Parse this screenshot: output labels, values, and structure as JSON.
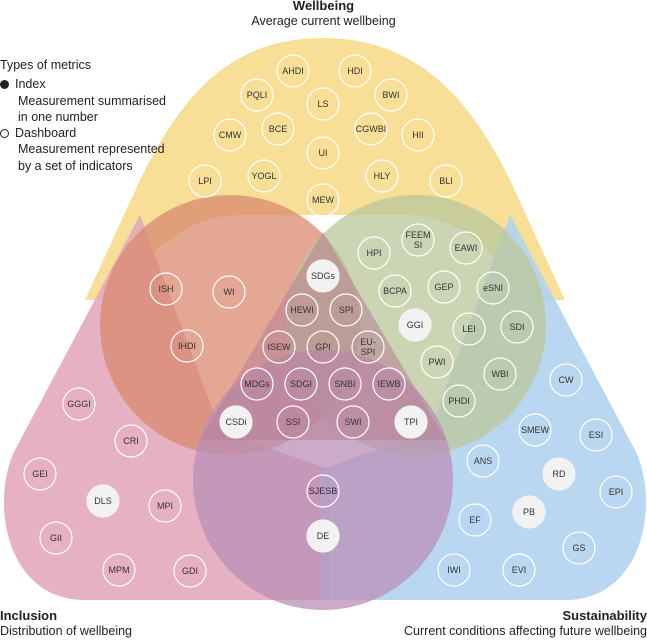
{
  "wellbeing": {
    "title": "Wellbeing",
    "subtitle": "Average current wellbeing"
  },
  "inclusion": {
    "title": "Inclusion",
    "subtitle": "Distribution of wellbeing"
  },
  "sustainability": {
    "title": "Sustainability",
    "subtitle": "Current conditions affecting future wellbeing"
  },
  "legend": {
    "heading": "Types of metrics",
    "index_label": "Index",
    "index_desc_1": "Measurement summarised",
    "index_desc_2": "in one number",
    "dashboard_label": "Dashboard",
    "dashboard_desc_1": "Measurement represented",
    "dashboard_desc_2": "by a set of indicators"
  },
  "colors": {
    "wellbeing": "#f6dc8c",
    "inclusion": "#e3a9bd",
    "sustainability": "#b2d3ef",
    "index_fill": "#f2f2f2",
    "dashboard_stroke": "#ffffff"
  },
  "metrics": [
    {
      "id": "AHDI",
      "label": "AHDI",
      "type": "index"
    },
    {
      "id": "HDI",
      "label": "HDI",
      "type": "index"
    },
    {
      "id": "PQLI",
      "label": "PQLI",
      "type": "index"
    },
    {
      "id": "LS",
      "label": "LS",
      "type": "index"
    },
    {
      "id": "BWI",
      "label": "BWI",
      "type": "index"
    },
    {
      "id": "CMW",
      "label": "CMW",
      "type": "index"
    },
    {
      "id": "BCE",
      "label": "BCE",
      "type": "index"
    },
    {
      "id": "CGWBI",
      "label": "CGWBI",
      "type": "index"
    },
    {
      "id": "HII",
      "label": "HII",
      "type": "index"
    },
    {
      "id": "UI",
      "label": "UI",
      "type": "index"
    },
    {
      "id": "LPI",
      "label": "LPI",
      "type": "index"
    },
    {
      "id": "YOGL",
      "label": "YOGL",
      "type": "index"
    },
    {
      "id": "HLY",
      "label": "HLY",
      "type": "index"
    },
    {
      "id": "BLI",
      "label": "BLI",
      "type": "index"
    },
    {
      "id": "MEW",
      "label": "MEW",
      "type": "index"
    },
    {
      "id": "ISH",
      "label": "ISH",
      "type": "index"
    },
    {
      "id": "WI",
      "label": "WI",
      "type": "index"
    },
    {
      "id": "IHDI",
      "label": "IHDI",
      "type": "index"
    },
    {
      "id": "HPI",
      "label": "HPI",
      "type": "index"
    },
    {
      "id": "FEEMSI",
      "label": "FEEM SI",
      "type": "index"
    },
    {
      "id": "EAWI",
      "label": "EAWI",
      "type": "index"
    },
    {
      "id": "BCPA",
      "label": "BCPA",
      "type": "index"
    },
    {
      "id": "GEP",
      "label": "GEP",
      "type": "index"
    },
    {
      "id": "eSNI",
      "label": "eSNI",
      "type": "index"
    },
    {
      "id": "GGI",
      "label": "GGI",
      "type": "dashboard"
    },
    {
      "id": "LEI",
      "label": "LEI",
      "type": "index"
    },
    {
      "id": "SDI",
      "label": "SDI",
      "type": "index"
    },
    {
      "id": "PWI",
      "label": "PWI",
      "type": "index"
    },
    {
      "id": "WBI",
      "label": "WBI",
      "type": "index"
    },
    {
      "id": "PHDI",
      "label": "PHDI",
      "type": "index"
    },
    {
      "id": "SDGs",
      "label": "SDGs",
      "type": "dashboard"
    },
    {
      "id": "HEWI",
      "label": "HEWI",
      "type": "index"
    },
    {
      "id": "SPI",
      "label": "SPI",
      "type": "index"
    },
    {
      "id": "ISEW",
      "label": "ISEW",
      "type": "index"
    },
    {
      "id": "GPI",
      "label": "GPI",
      "type": "index"
    },
    {
      "id": "EUSPI",
      "label": "EU- SPI",
      "type": "index"
    },
    {
      "id": "MDGs",
      "label": "MDGs",
      "type": "index"
    },
    {
      "id": "SDGI",
      "label": "SDGI",
      "type": "index"
    },
    {
      "id": "SNBI",
      "label": "SNBI",
      "type": "index"
    },
    {
      "id": "IEWB",
      "label": "IEWB",
      "type": "index"
    },
    {
      "id": "CSDi",
      "label": "CSDi",
      "type": "dashboard"
    },
    {
      "id": "SSI",
      "label": "SSI",
      "type": "index"
    },
    {
      "id": "SWI",
      "label": "SWI",
      "type": "index"
    },
    {
      "id": "TPI",
      "label": "TPI",
      "type": "dashboard"
    },
    {
      "id": "SJESB",
      "label": "SJESB",
      "type": "index"
    },
    {
      "id": "DE",
      "label": "DE",
      "type": "dashboard"
    },
    {
      "id": "GGGI",
      "label": "GGGI",
      "type": "index"
    },
    {
      "id": "CRI",
      "label": "CRI",
      "type": "index"
    },
    {
      "id": "GEI",
      "label": "GEI",
      "type": "index"
    },
    {
      "id": "DLS",
      "label": "DLS",
      "type": "dashboard"
    },
    {
      "id": "MPI",
      "label": "MPI",
      "type": "index"
    },
    {
      "id": "GII",
      "label": "GII",
      "type": "index"
    },
    {
      "id": "MPM",
      "label": "MPM",
      "type": "index"
    },
    {
      "id": "GDI",
      "label": "GDI",
      "type": "index"
    },
    {
      "id": "CW",
      "label": "CW",
      "type": "index"
    },
    {
      "id": "SMEW",
      "label": "SMEW",
      "type": "index"
    },
    {
      "id": "ESI",
      "label": "ESI",
      "type": "index"
    },
    {
      "id": "ANS",
      "label": "ANS",
      "type": "index"
    },
    {
      "id": "RD",
      "label": "RD",
      "type": "dashboard"
    },
    {
      "id": "EPI",
      "label": "EPI",
      "type": "index"
    },
    {
      "id": "EF",
      "label": "EF",
      "type": "index"
    },
    {
      "id": "PB",
      "label": "PB",
      "type": "dashboard"
    },
    {
      "id": "GS",
      "label": "GS",
      "type": "index"
    },
    {
      "id": "IWI",
      "label": "IWI",
      "type": "index"
    },
    {
      "id": "EVI",
      "label": "EVI",
      "type": "index"
    }
  ]
}
